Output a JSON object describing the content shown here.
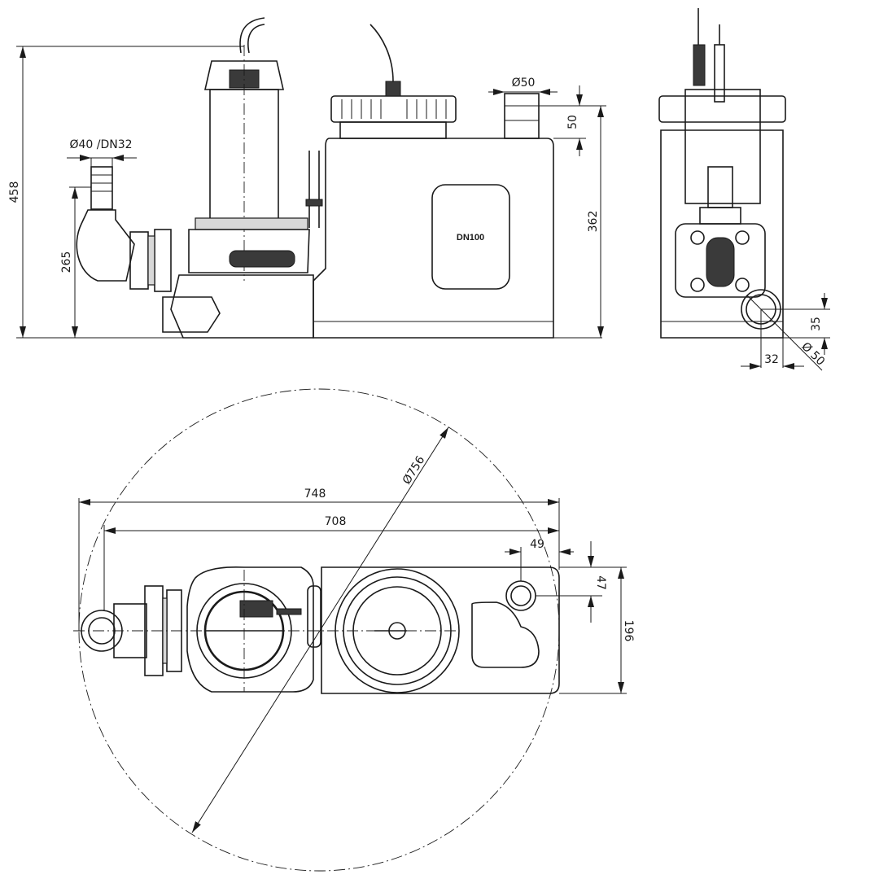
{
  "drawing": {
    "front_view": {
      "overall_height": "458",
      "outlet_height": "265",
      "outlet_diameter": "Ø40 /DN32",
      "vent_diameter": "Ø50",
      "vent_height": "50",
      "tank_height": "362",
      "inlet_label": "DN100"
    },
    "side_view": {
      "inlet_height": "35",
      "inlet_offset": "32",
      "inlet_diameter": "Ø 50"
    },
    "top_view": {
      "overall_length": "748",
      "tank_length": "708",
      "vent_offset_x": "49",
      "vent_offset_y": "47",
      "width": "196",
      "swing_diameter": "Ø756"
    }
  }
}
